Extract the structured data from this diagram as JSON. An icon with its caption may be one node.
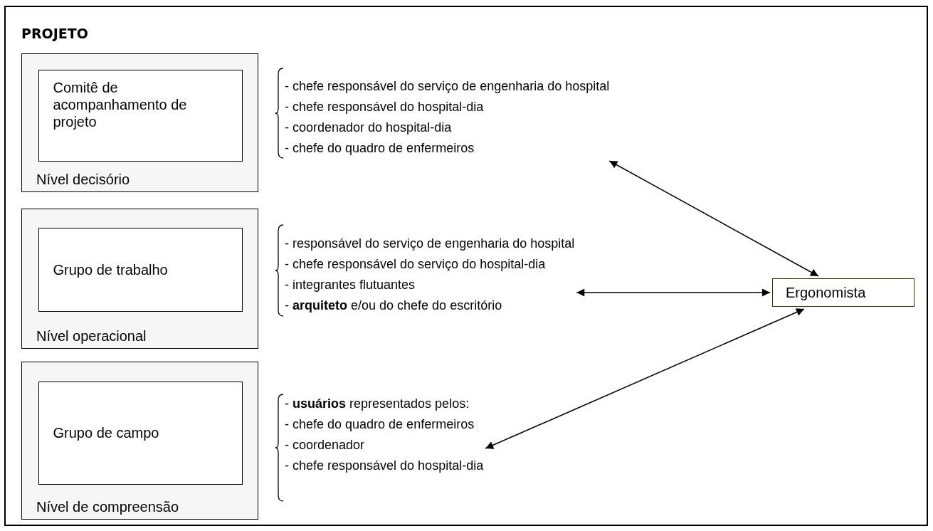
{
  "diagram": {
    "nodes": [
      {
        "text": [
          "PROJETO"
        ]
      },
      {
        "text": [
          "Nível decisório"
        ],
        "in": 0
      },
      {
        "text": [
          "Comitê de acompanhamento de projeto"
        ],
        "in": 1
      },
      {
        "text": [
          "Nível operacional"
        ],
        "in": 0
      },
      {
        "text": [
          "Grupo de trabalho"
        ],
        "in": 3
      },
      {
        "text": [
          "Nível de compreensão"
        ],
        "in": 0
      },
      {
        "text": [
          "Grupo de campo"
        ],
        "in": 5
      },
      {
        "text": [
          "- chefe responsável do serviço de engenharia do hospital",
          "- chefe responsável do hospital-dia",
          "- coordenador do hospital-dia",
          "- chefe do quadro de enfermeiros"
        ],
        "in": 0
      },
      {
        "text": [
          "- responsável do serviço de engenharia do hospital",
          "- chefe responsável do serviço do hospital-dia",
          "- integrantes flutuantes",
          "- **arquiteto** e/ou do chefe do escritório"
        ],
        "in": 0
      },
      {
        "text": [
          "- **usuários** representados pelos:",
          "- chefe do quadro de enfermeiros",
          "- coordenador",
          "- chefe responsável do hospital-dia"
        ],
        "in": 0
      },
      {
        "text": [
          "Ergonomista"
        ],
        "in": 0
      }
    ],
    "edges": [
      {
        "from": 7,
        "to": 10,
        "arrow": "both"
      },
      {
        "from": 8,
        "to": 10,
        "arrow": "both"
      },
      {
        "from": 9,
        "to": 10,
        "arrow": "both"
      }
    ]
  }
}
